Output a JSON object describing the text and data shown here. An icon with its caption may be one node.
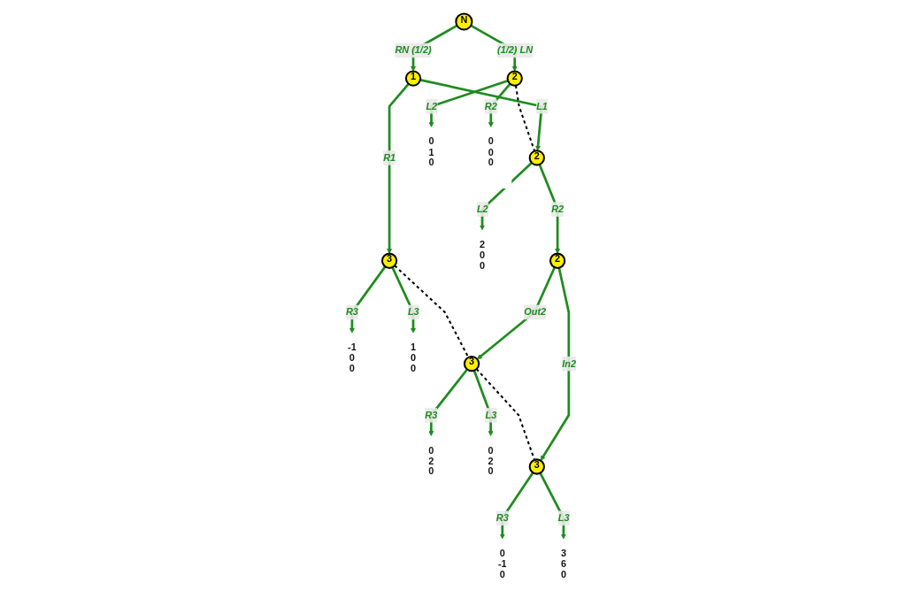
{
  "diagram": {
    "nodes": [
      {
        "text": [
          "N"
        ]
      },
      {
        "text": [
          "2"
        ]
      },
      {
        "text": [
          "1"
        ]
      },
      {
        "text": [
          "3"
        ]
      },
      {
        "text": [
          "2"
        ]
      },
      {
        "text": [
          "0 1 0"
        ]
      },
      {
        "text": [
          "0 0 0"
        ]
      },
      {
        "text": [
          "2 0 0"
        ]
      },
      {
        "text": [
          "2"
        ]
      },
      {
        "text": [
          "-1 0 0"
        ]
      },
      {
        "text": [
          "1 0 0"
        ]
      },
      {
        "text": [
          "3"
        ]
      },
      {
        "text": [
          "0 2 0"
        ]
      },
      {
        "text": [
          "0 2 0"
        ]
      },
      {
        "text": [
          "3"
        ]
      },
      {
        "text": [
          "0 -1 0"
        ]
      },
      {
        "text": [
          "3 6 0"
        ]
      }
    ],
    "edges": [
      {
        "from": 0,
        "to": 1,
        "arrow": "to",
        "label": "(1/2) LN"
      },
      {
        "from": 0,
        "to": 2,
        "arrow": "to",
        "label": "RN (1/2)"
      },
      {
        "from": 1,
        "to": 5,
        "arrow": "to",
        "label": "L2"
      },
      {
        "from": 1,
        "to": 6,
        "arrow": "to",
        "label": "R2"
      },
      {
        "from": 2,
        "to": 4,
        "arrow": "to",
        "label": "L1"
      },
      {
        "from": 2,
        "to": 3,
        "arrow": "to",
        "label": "R1"
      },
      {
        "from": 4,
        "to": 7,
        "arrow": "to",
        "label": "L2"
      },
      {
        "from": 4,
        "to": 8,
        "arrow": "to",
        "label": "R2"
      },
      {
        "from": 3,
        "to": 9,
        "arrow": "to",
        "label": "R3"
      },
      {
        "from": 3,
        "to": 10,
        "arrow": "to",
        "label": "L3"
      },
      {
        "from": 8,
        "to": 11,
        "arrow": "to",
        "label": "Out2"
      },
      {
        "from": 8,
        "to": 14,
        "arrow": "to",
        "label": "In2"
      },
      {
        "from": 11,
        "to": 12,
        "arrow": "to",
        "label": "R3"
      },
      {
        "from": 11,
        "to": 13,
        "arrow": "to",
        "label": "L3"
      },
      {
        "from": 14,
        "to": 15,
        "arrow": "to",
        "label": "R3"
      },
      {
        "from": 14,
        "to": 16,
        "arrow": "to",
        "label": "L3"
      },
      {
        "from": 1,
        "to": 4,
        "arrow": "none",
        "style": "dashed",
        "color": "#000000"
      },
      {
        "from": 3,
        "to": 11,
        "arrow": "none",
        "style": "dashed",
        "color": "#000000"
      },
      {
        "from": 11,
        "to": 14,
        "arrow": "none",
        "style": "dashed",
        "color": "#000000"
      }
    ]
  }
}
